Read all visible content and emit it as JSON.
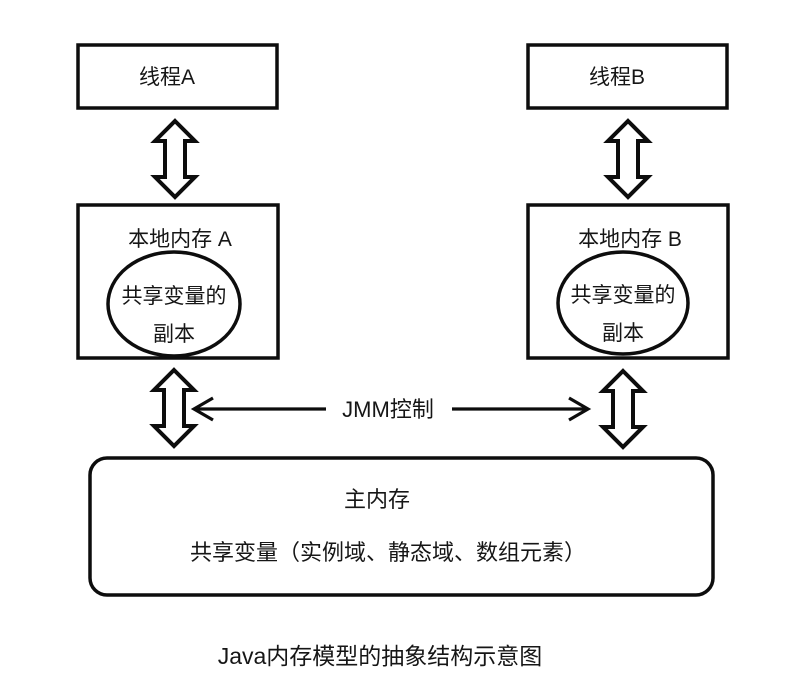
{
  "diagram": {
    "caption": "Java内存模型的抽象结构示意图",
    "thread_a": {
      "label": "线程A"
    },
    "thread_b": {
      "label": "线程B"
    },
    "local_memory_a": {
      "title": "本地内存 A",
      "ellipse_line1": "共享变量的",
      "ellipse_line2": "副本"
    },
    "local_memory_b": {
      "title": "本地内存 B",
      "ellipse_line1": "共享变量的",
      "ellipse_line2": "副本"
    },
    "jmm_control_label": "JMM控制",
    "main_memory": {
      "title": "主内存",
      "content": "共享变量（实例域、静态域、数组元素）"
    },
    "colors": {
      "stroke": "#0d0d0d",
      "background": "#ffffff",
      "text": "#161616"
    }
  }
}
